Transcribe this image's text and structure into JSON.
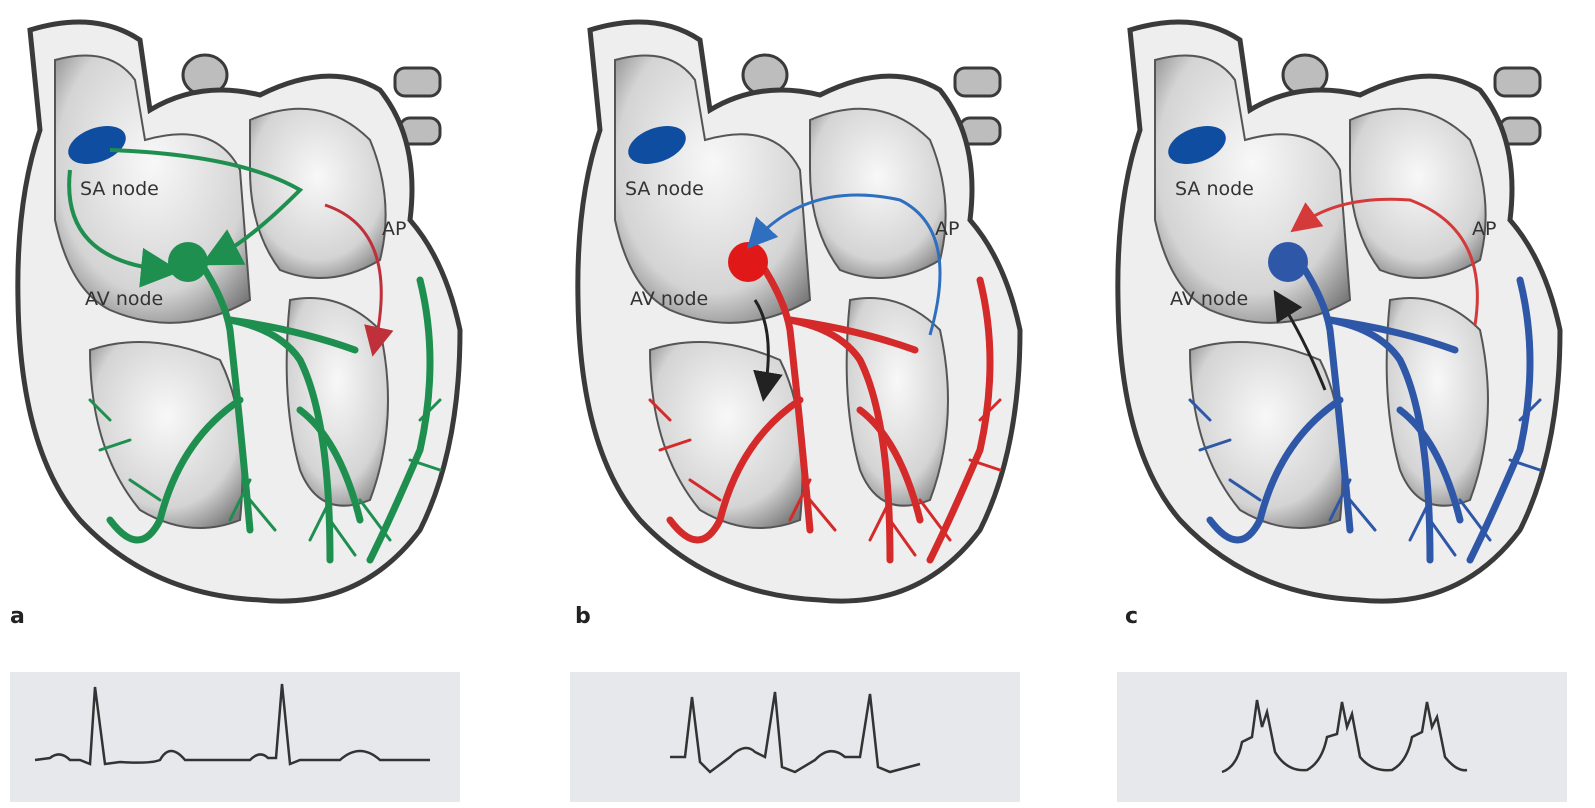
{
  "panels": [
    {
      "letter": "a",
      "labels": {
        "sa": "SA node",
        "av": "AV node",
        "ap": "AP"
      },
      "pathway_color": "#1f8f50",
      "node_color": "#1f8f50",
      "ecg_trace": "normal sinus rhythm"
    },
    {
      "letter": "b",
      "labels": {
        "sa": "SA node",
        "av": "AV node",
        "ap": "AP"
      },
      "pathway_color": "#d42a2a",
      "node_color": "#e01818",
      "ecg_trace": "narrow-complex tachycardia"
    },
    {
      "letter": "c",
      "labels": {
        "sa": "SA node",
        "av": "AV node",
        "ap": "AP"
      },
      "pathway_color": "#2f57a8",
      "node_color": "#2f57a8",
      "ecg_trace": "wide-complex tachycardia"
    }
  ],
  "colors": {
    "sa_node": "#0f4da0",
    "heart_body": "#d8d8d8",
    "heart_outline": "#3a3a3a",
    "ecg_background": "#e6e8eb"
  }
}
